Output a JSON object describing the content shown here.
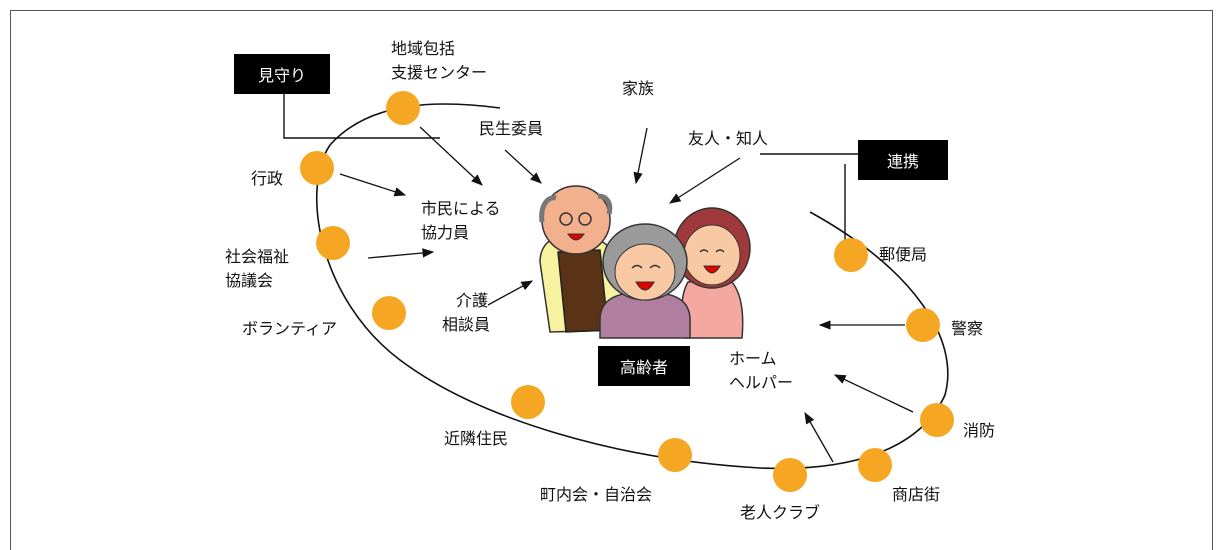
{
  "colors": {
    "node": "#f5a623",
    "line": "#111111",
    "box": "#000000",
    "box_text": "#ffffff"
  },
  "boxes": {
    "mimamori": "見守り",
    "renkei": "連携",
    "koreisha": "高齢者"
  },
  "labels": {
    "chiiki_1": "地域包括",
    "chiiki_2": "支援センター",
    "kazoku": "家族",
    "minsei": "民生委員",
    "yujin": "友人・知人",
    "gyosei": "行政",
    "shimin_1": "市民による",
    "shimin_2": "協力員",
    "shakai_1": "社会福祉",
    "shakai_2": "協議会",
    "kaigo_1": "介護",
    "kaigo_2": "相談員",
    "volunteer": "ボランティア",
    "yubin": "郵便局",
    "keisatsu": "警察",
    "home_1": "ホーム",
    "home_2": "ヘルパー",
    "shobo": "消防",
    "kinrin": "近隣住民",
    "chonai": "町内会・自治会",
    "rojin": "老人クラブ",
    "shotengai": "商店街"
  },
  "illustration": "elderly-people-illustration"
}
